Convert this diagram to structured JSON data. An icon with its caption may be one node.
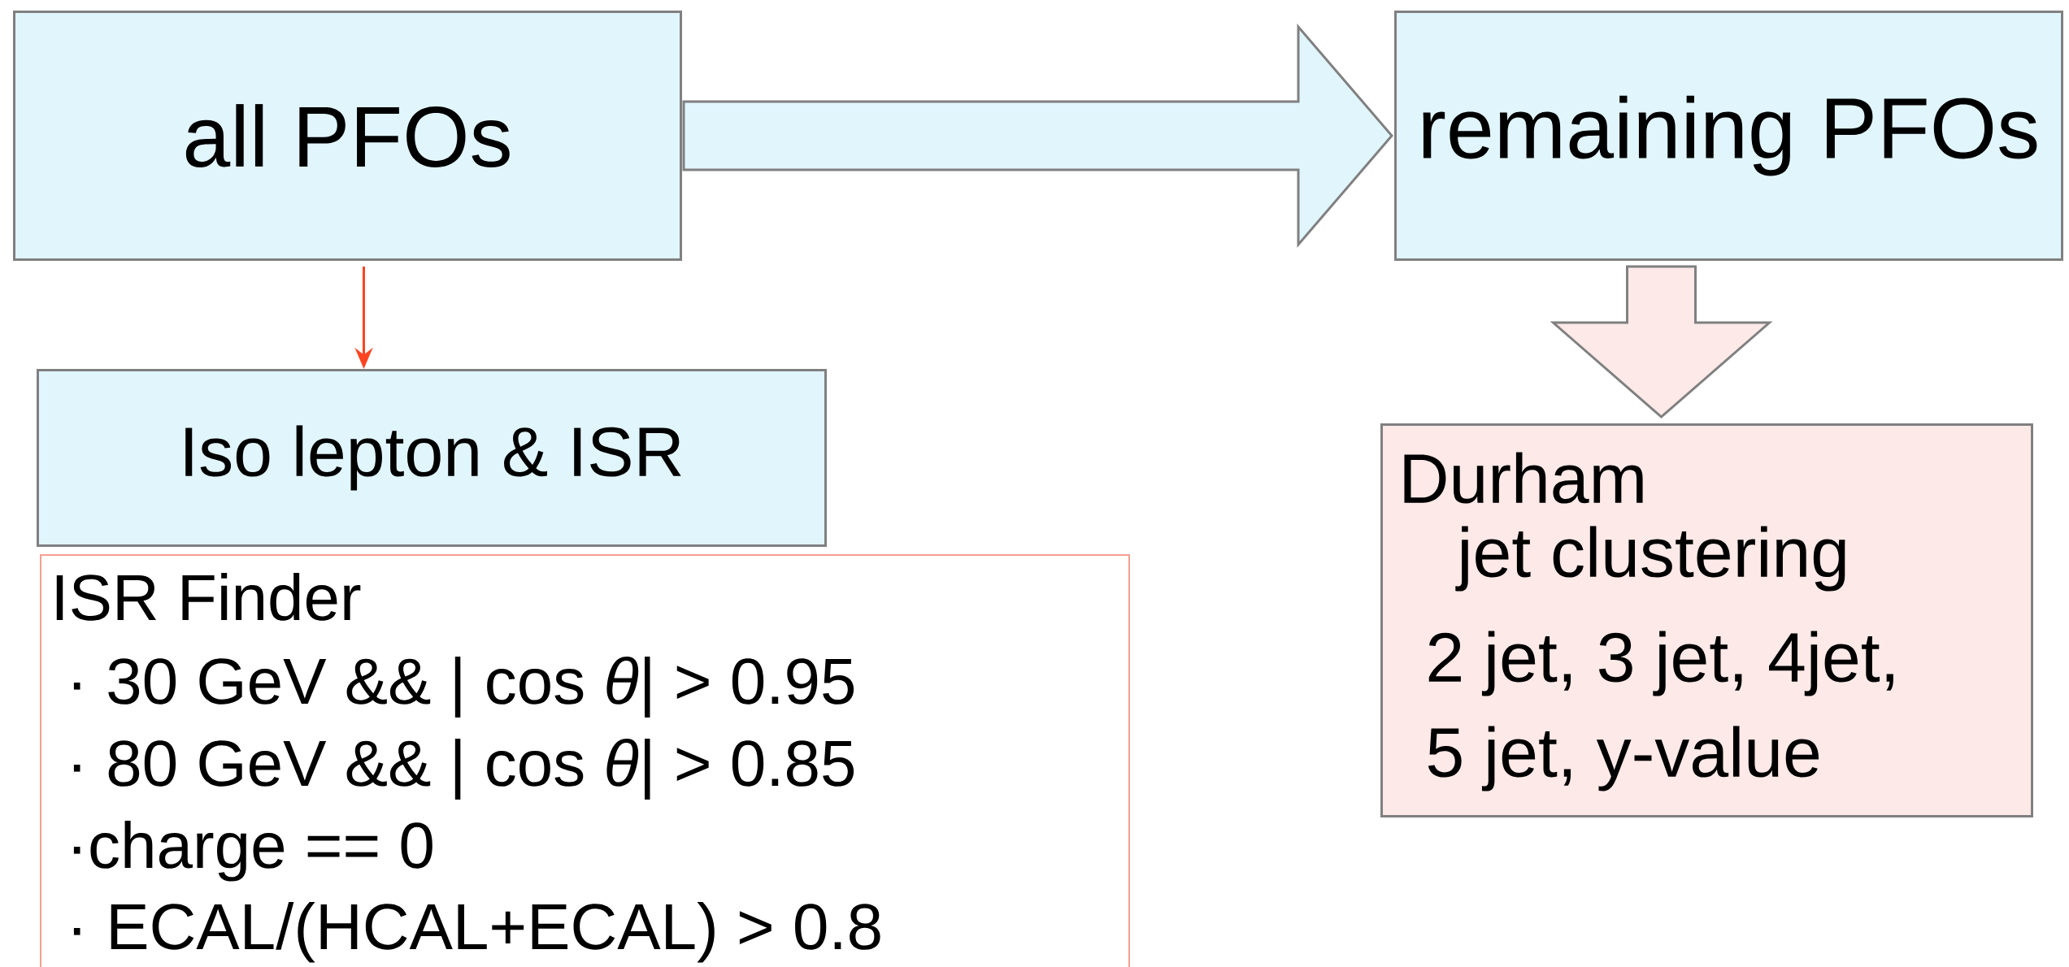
{
  "diagram": {
    "nodes": [
      {
        "text": [
          "all PFOs"
        ]
      },
      {
        "text": [
          "remaining PFOs"
        ]
      },
      {
        "text": [
          "Iso lepton & ISR"
        ]
      },
      {
        "text": [
          "ISR Finder",
          "· 30 GeV && | cos *θ*| > 0.95",
          "· 80 GeV && | cos *θ*| > 0.85",
          "·charge == 0",
          "· ECAL/(HCAL+ECAL) > 0.8"
        ]
      },
      {
        "text": [
          "Durham jet clustering",
          "2 jet, 3 jet, 4jet, 5 jet, y-value"
        ]
      }
    ],
    "edges": [
      {
        "from": 0,
        "to": 1,
        "arrow": "to",
        "style": "thick"
      },
      {
        "from": 0,
        "to": 2,
        "arrow": "to",
        "color": "#ff4422"
      },
      {
        "from": 1,
        "to": 4,
        "arrow": "to",
        "style": "thick"
      }
    ]
  }
}
